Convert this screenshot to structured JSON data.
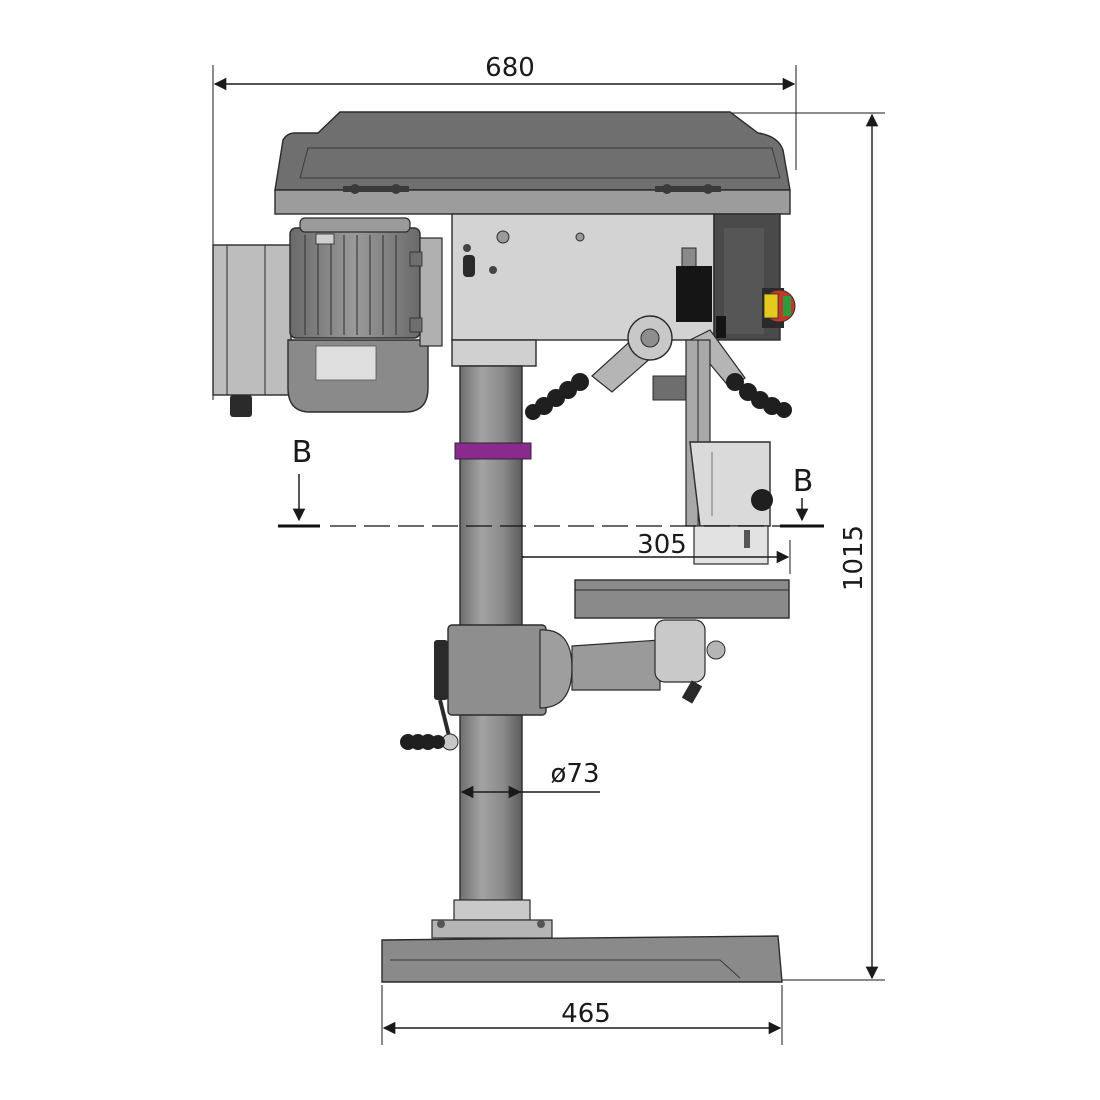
{
  "dimensions": {
    "overall_width": "680",
    "overall_height": "1015",
    "base_width": "465",
    "throat_depth": "305",
    "column_diameter": "ø73"
  },
  "section": {
    "left_label": "B",
    "right_label": "B"
  },
  "colors": {
    "body_gray": "#8c8c8c",
    "light_gray": "#c8c8c8",
    "dark_gray": "#5e5e5e",
    "black_part": "#1c1c1c",
    "depth_stop_ring": "#8b2a8e",
    "switch_red": "#c0392b",
    "switch_yellow": "#e6c81f",
    "switch_green": "#2e9b3a"
  },
  "icons": {
    "motor": "motor-icon",
    "drill_head": "drill-head-icon",
    "column": "column-icon",
    "table": "work-table-icon",
    "base": "base-icon"
  }
}
